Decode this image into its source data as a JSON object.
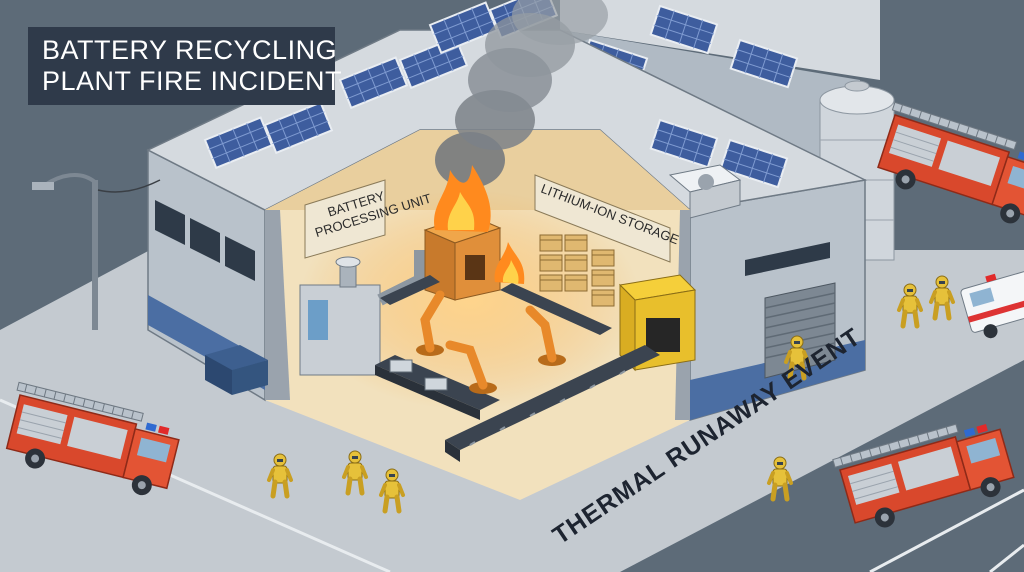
{
  "title": {
    "line1": "BATTERY RECYCLING",
    "line2": "PLANT FIRE INCIDENT"
  },
  "labels": {
    "processing_line1": "BATTERY",
    "processing_line2": "PROCESSING UNIT",
    "storage": "LITHIUM-ION STORAGE",
    "thermal": "THERMAL RUNAWAY EVENT"
  },
  "colors": {
    "ground": "#5d6b78",
    "sidewalk": "#c4cad0",
    "wall": "#b9c2cb",
    "roof": "#d5dadf",
    "interior": "#f2e1bd",
    "fire": "#ff8a1e",
    "truck": "#d9482c",
    "hazmat": "#e6c13a",
    "solar": "#3e5d9e",
    "title_bg": "#2f3a4a"
  },
  "icons": [
    "fire-icon",
    "smoke-icon",
    "solar-panel-icon",
    "fire-truck-icon",
    "ambulance-icon",
    "hazmat-worker-icon",
    "robot-arm-icon",
    "street-lamp-icon",
    "dumpster-icon",
    "silo-icon",
    "ac-fan-icon"
  ]
}
